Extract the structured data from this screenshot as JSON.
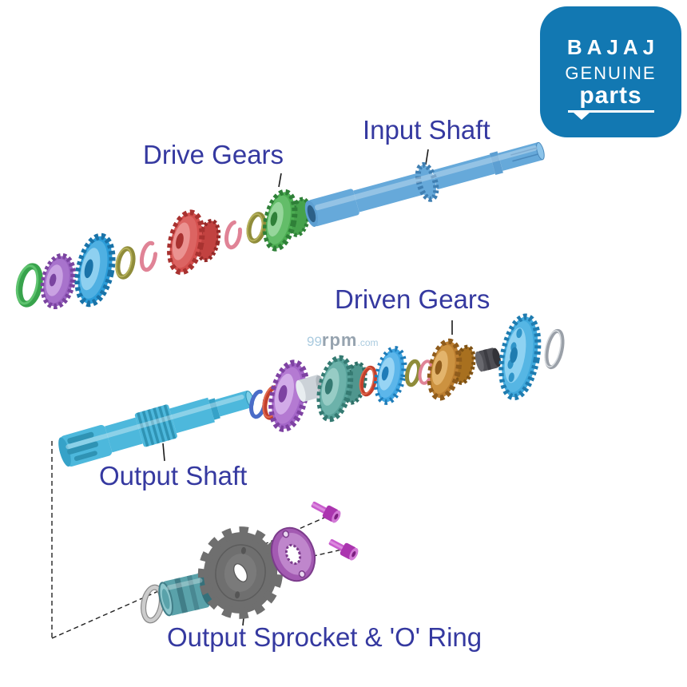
{
  "logo": {
    "brand": "BAJAJ",
    "line1": "GENUINE",
    "line2": "parts",
    "bg_color": "#1278b2",
    "text_color": "#ffffff"
  },
  "labels": {
    "input_shaft": "Input Shaft",
    "drive_gears": "Drive Gears",
    "driven_gears": "Driven Gears",
    "output_shaft": "Output Shaft",
    "output_sprocket_oring": "Output Sprocket & 'O' Ring",
    "text_color": "#3539a0"
  },
  "watermark": {
    "prefix": "99",
    "name": "rpm",
    "suffix": ".com"
  },
  "diagram": {
    "type": "exploded-parts-diagram",
    "subject": "motorcycle gearbox transmission",
    "assemblies": [
      {
        "name": "input-shaft-assembly",
        "parts": [
          "green washer",
          "purple gear",
          "blue gear",
          "olive ring",
          "pink circlip",
          "red gear cluster",
          "pink circlip",
          "olive ring",
          "green gear cluster",
          "input shaft"
        ]
      },
      {
        "name": "output-shaft-assembly",
        "parts": [
          "output shaft",
          "blue snap ring",
          "red ring",
          "purple gear",
          "gray bushing",
          "teal gear cluster",
          "red ring",
          "sky blue gear",
          "olive ring",
          "pink ring",
          "brown gear cluster",
          "dark collar",
          "large blue gear",
          "gray washer"
        ]
      },
      {
        "name": "output-sprocket-assembly",
        "parts": [
          "o-ring",
          "teal spacer",
          "output sprocket",
          "purple retainer plate",
          "bolt",
          "bolt"
        ]
      }
    ],
    "part_colors": {
      "shaft_blue": "#66a9da",
      "output_shaft_cyan": "#4db8dc",
      "gear_purple": "#a466c8",
      "gear_green": "#4cae52",
      "gear_red": "#d4504e",
      "gear_teal": "#57a29a",
      "gear_brown": "#bc7e30",
      "gear_blue": "#3fa8dc",
      "sprocket_gray": "#6f6f6f",
      "plate_purple": "#a35ab2",
      "bolt_magenta": "#ab35af",
      "olive_ring": "#8f8c3a",
      "pink_ring": "#e08396",
      "red_ring": "#c4402c"
    }
  }
}
